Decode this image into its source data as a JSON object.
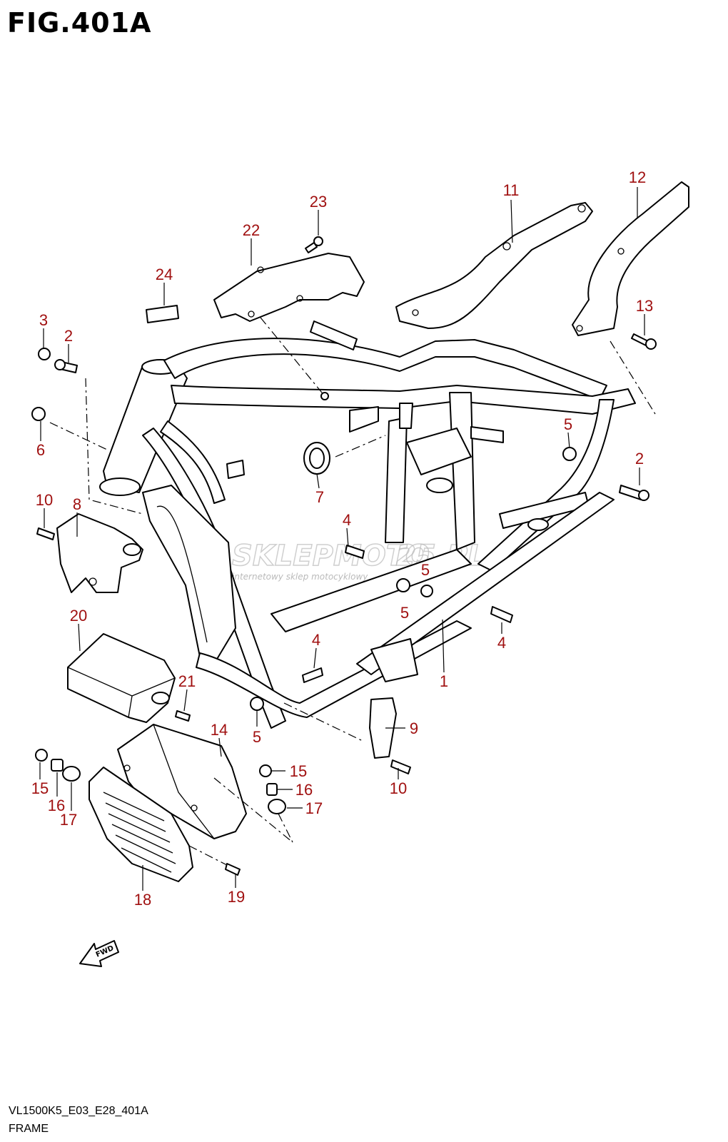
{
  "figure": {
    "title": "FIG.401A",
    "code": "VL1500K5_E03_E28_401A",
    "name": "FRAME"
  },
  "watermark": {
    "brand_a": "SKLEPMOTO",
    "brand_b": "25.PL",
    "tagline": "internetowy sklep motocyklowy"
  },
  "direction_label": "FWD",
  "colors": {
    "callout": "#a01010",
    "line": "#000000"
  },
  "callouts": [
    {
      "id": "c1",
      "label": "1"
    },
    {
      "id": "c2a",
      "label": "2"
    },
    {
      "id": "c2b",
      "label": "2"
    },
    {
      "id": "c3",
      "label": "3"
    },
    {
      "id": "c4a",
      "label": "4"
    },
    {
      "id": "c4b",
      "label": "4"
    },
    {
      "id": "c4c",
      "label": "4"
    },
    {
      "id": "c5a",
      "label": "5"
    },
    {
      "id": "c5b",
      "label": "5"
    },
    {
      "id": "c5c",
      "label": "5"
    },
    {
      "id": "c5d",
      "label": "5"
    },
    {
      "id": "c6",
      "label": "6"
    },
    {
      "id": "c7",
      "label": "7"
    },
    {
      "id": "c8",
      "label": "8"
    },
    {
      "id": "c9",
      "label": "9"
    },
    {
      "id": "c10a",
      "label": "10"
    },
    {
      "id": "c10b",
      "label": "10"
    },
    {
      "id": "c11",
      "label": "11"
    },
    {
      "id": "c12",
      "label": "12"
    },
    {
      "id": "c13",
      "label": "13"
    },
    {
      "id": "c14",
      "label": "14"
    },
    {
      "id": "c15a",
      "label": "15"
    },
    {
      "id": "c15b",
      "label": "15"
    },
    {
      "id": "c16a",
      "label": "16"
    },
    {
      "id": "c16b",
      "label": "16"
    },
    {
      "id": "c17a",
      "label": "17"
    },
    {
      "id": "c17b",
      "label": "17"
    },
    {
      "id": "c18",
      "label": "18"
    },
    {
      "id": "c19",
      "label": "19"
    },
    {
      "id": "c20",
      "label": "20"
    },
    {
      "id": "c21",
      "label": "21"
    },
    {
      "id": "c22",
      "label": "22"
    },
    {
      "id": "c23",
      "label": "23"
    },
    {
      "id": "c24",
      "label": "24"
    }
  ]
}
